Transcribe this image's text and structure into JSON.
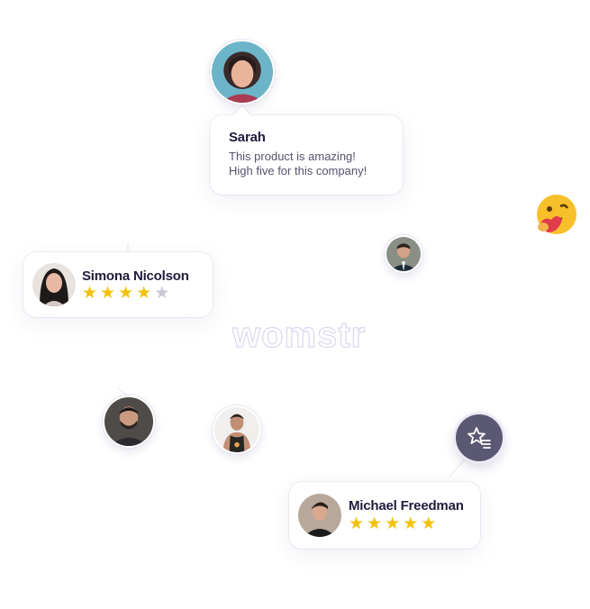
{
  "brand": {
    "text": "womstr"
  },
  "reviews": {
    "sarah": {
      "name": "Sarah",
      "line1": "This product is amazing!",
      "line2": "High five for this company!"
    },
    "simona": {
      "name": "Simona Nicolson",
      "rating": 4,
      "max_rating": 5
    },
    "michael": {
      "name": "Michael Freedman",
      "rating": 5,
      "max_rating": 5
    }
  },
  "icons": {
    "review_badge": "star-list-icon",
    "emoji": "hugging-heart-emoji-icon"
  },
  "colors": {
    "star_on": "#f4c20d",
    "star_off": "#c9c9d6",
    "badge_bg": "#5a5872",
    "line": "#e4e2f0"
  }
}
